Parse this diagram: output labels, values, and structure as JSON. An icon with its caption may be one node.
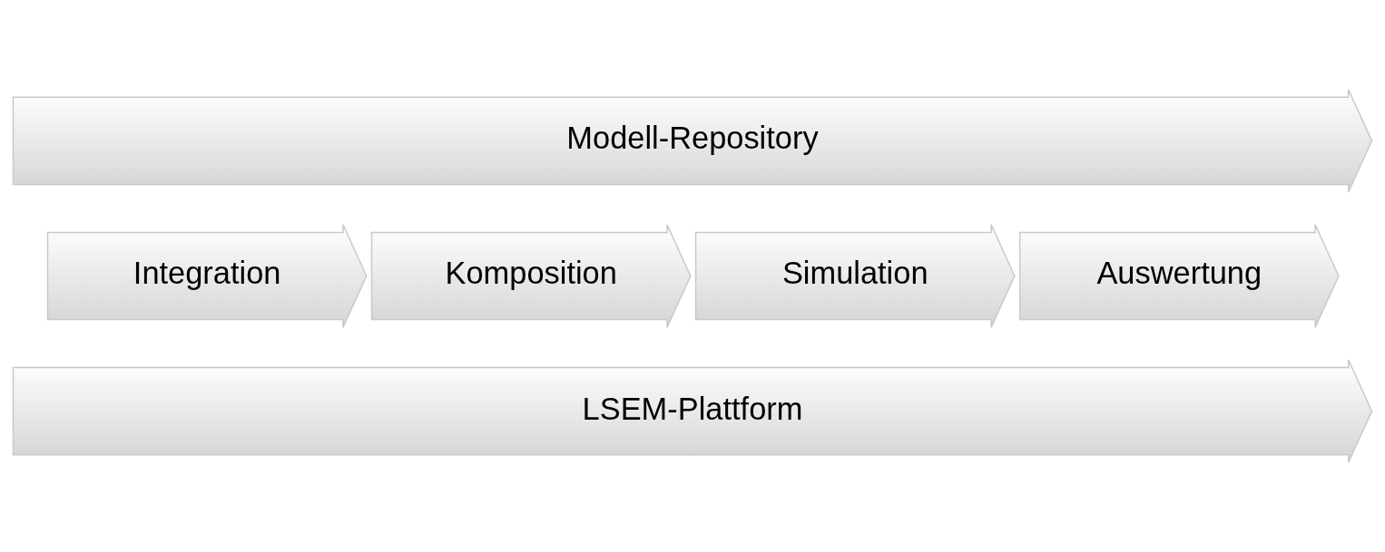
{
  "diagram": {
    "nodes": [
      {
        "text": [
          "Modell-Repository"
        ]
      },
      {
        "text": [
          "Integration"
        ]
      },
      {
        "text": [
          "Komposition"
        ]
      },
      {
        "text": [
          "Simulation"
        ]
      },
      {
        "text": [
          "Auswertung"
        ]
      },
      {
        "text": [
          "LSEM-Plattform"
        ]
      }
    ]
  }
}
